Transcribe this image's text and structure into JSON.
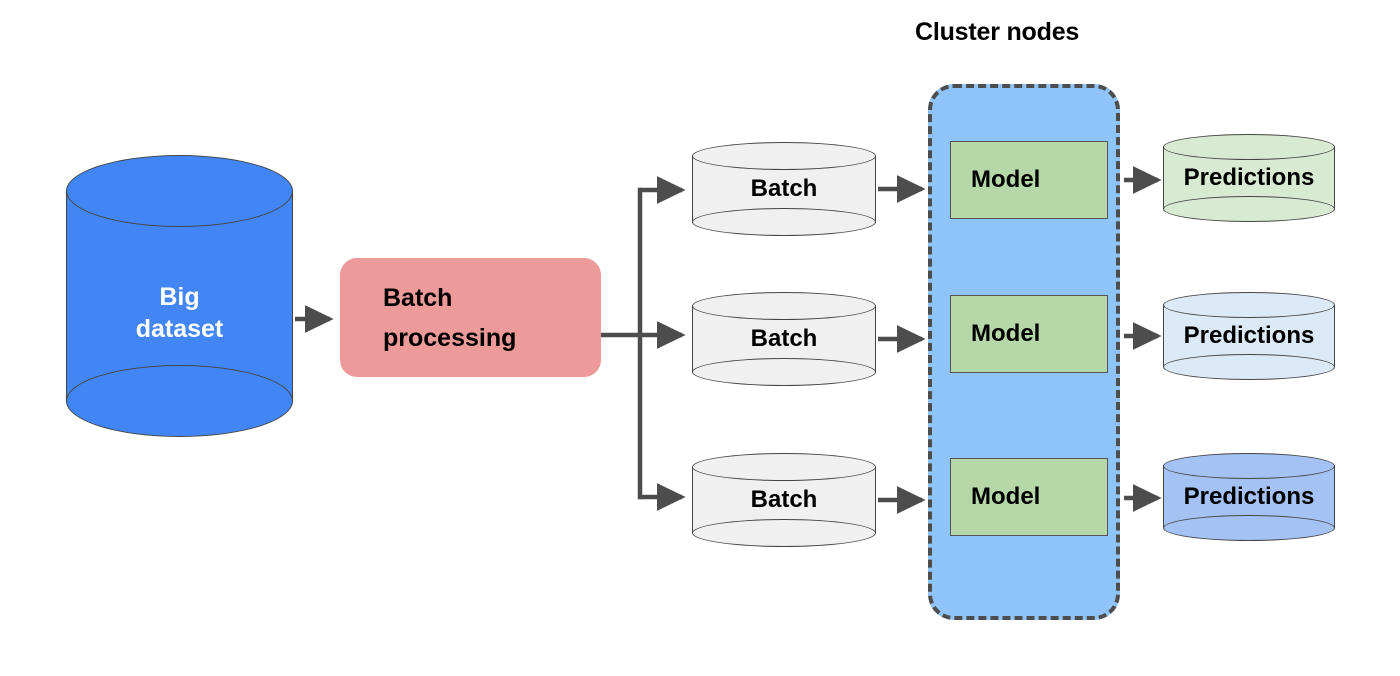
{
  "diagram": {
    "title_label": "Cluster nodes",
    "source": {
      "name": "big-dataset",
      "label": "Big\ndataset",
      "fill": "#4285F4",
      "text_color": "#FFFFFF",
      "shape": "cylinder"
    },
    "processor": {
      "name": "batch-processing",
      "label": "Batch\nprocessing",
      "fill": "#EC9A9A",
      "text_color": "#000000",
      "shape": "rounded-rect"
    },
    "batches": [
      {
        "label": "Batch",
        "fill": "#F0F0F0"
      },
      {
        "label": "Batch",
        "fill": "#F0F0F0"
      },
      {
        "label": "Batch",
        "fill": "#F0F0F0"
      }
    ],
    "models": [
      {
        "label": "Model",
        "fill": "#B6D7A8"
      },
      {
        "label": "Model",
        "fill": "#B6D7A8"
      },
      {
        "label": "Model",
        "fill": "#B6D7A8"
      }
    ],
    "predictions": [
      {
        "label": "Predictions",
        "fill": "#D9EAD3"
      },
      {
        "label": "Predictions",
        "fill": "#DCE9F7"
      },
      {
        "label": "Predictions",
        "fill": "#A4C2F4"
      }
    ],
    "cluster": {
      "fill": "#8FC4F8",
      "border_color": "#4D4D4D",
      "border_style": "dashed"
    },
    "arrow_color": "#4D4D4D",
    "background": "#FFFFFF"
  }
}
